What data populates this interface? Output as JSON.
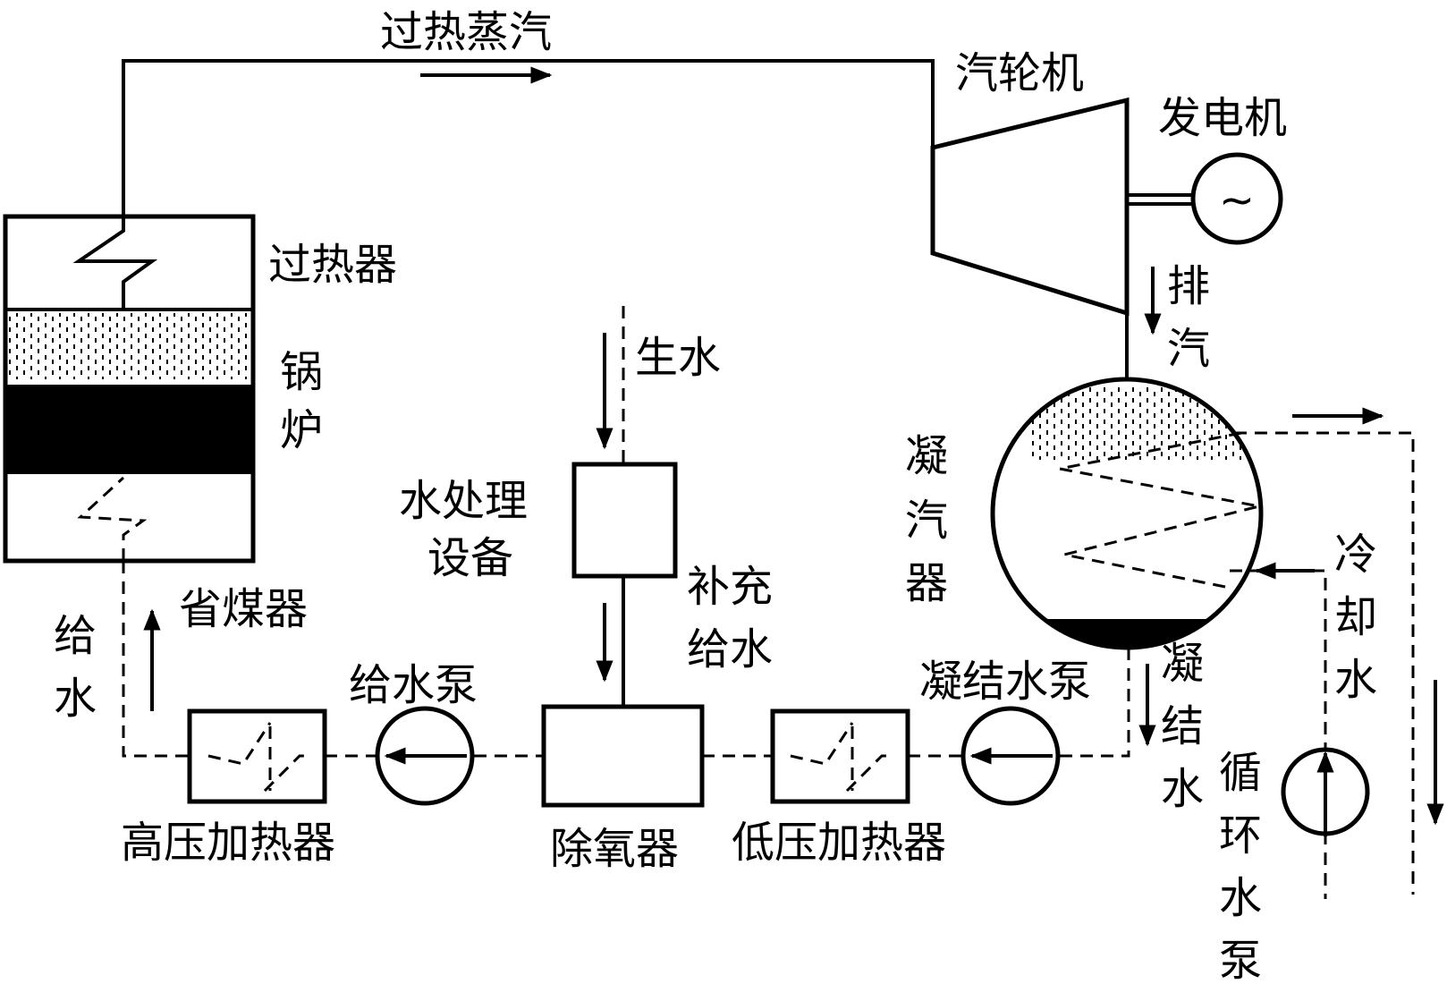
{
  "labels": {
    "superheated_steam": "过热蒸汽",
    "turbine": "汽轮机",
    "generator": "发电机",
    "generator_symbol": "~",
    "superheater": "过热器",
    "boiler_1": "锅",
    "boiler_2": "炉",
    "economizer": "省煤器",
    "feedwater_1": "给",
    "feedwater_2": "水",
    "raw_water": "生水",
    "water_treatment_1": "水处理",
    "water_treatment_2": "设备",
    "makeup_1": "补充",
    "makeup_2": "给水",
    "exhaust_1": "排",
    "exhaust_2": "汽",
    "condenser_1": "凝",
    "condenser_2": "汽",
    "condenser_3": "器",
    "cooling_1": "冷",
    "cooling_2": "却",
    "cooling_3": "水",
    "condensate_1": "凝",
    "condensate_2": "结",
    "condensate_3": "水",
    "circ_pump_1": "循",
    "circ_pump_2": "环",
    "circ_pump_3": "水",
    "circ_pump_4": "泵",
    "feed_pump": "给水泵",
    "condensate_pump": "凝结水泵",
    "hp_heater": "高压加热器",
    "deaerator": "除氧器",
    "lp_heater": "低压加热器"
  }
}
